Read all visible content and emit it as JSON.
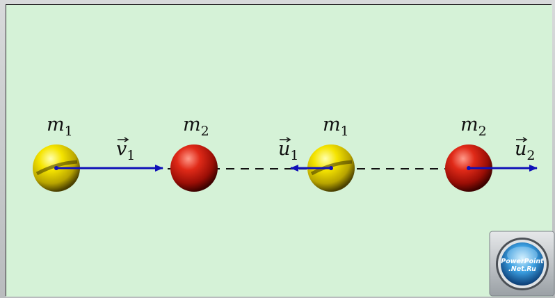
{
  "colors": {
    "background": "#d5f2d7",
    "velocity_arrow": "#1010b8",
    "ball_m1": "#e8d800",
    "ball_m2": "#d41e12",
    "dashed_line": "#111111"
  },
  "diagram": {
    "before": {
      "ball1": {
        "mass_symbol": "m",
        "mass_index": "1"
      },
      "ball2": {
        "mass_symbol": "m",
        "mass_index": "2"
      },
      "velocity1": {
        "symbol": "v",
        "index": "1",
        "direction": "right"
      }
    },
    "after": {
      "ball1": {
        "mass_symbol": "m",
        "mass_index": "1"
      },
      "ball2": {
        "mass_symbol": "m",
        "mass_index": "2"
      },
      "velocity1": {
        "symbol": "u",
        "index": "1",
        "direction": "left"
      },
      "velocity2": {
        "symbol": "u",
        "index": "2",
        "direction": "right"
      }
    }
  },
  "logo": {
    "line1": "PowerPoint",
    "line2": ".Net.Ru"
  }
}
